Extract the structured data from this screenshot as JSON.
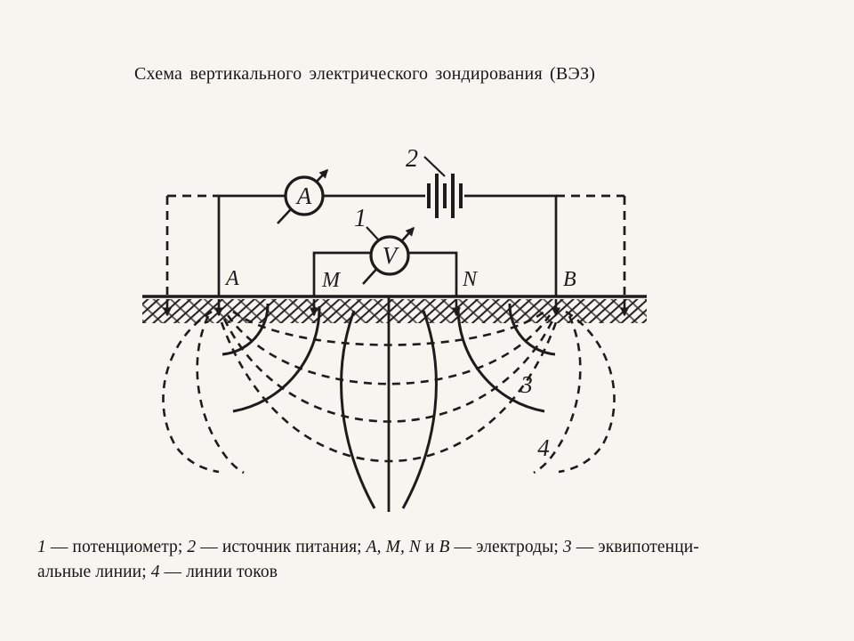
{
  "title": "Схема вертикального электрического зондирования (ВЭЗ)",
  "colors": {
    "ink": "#1c1c1c",
    "paper": "#f7f5f0"
  },
  "meters": {
    "ammeter_letter": "A",
    "voltmeter_letter": "V"
  },
  "callouts": {
    "potentiometer": "1",
    "power_source": "2",
    "equipotential_lines": "3",
    "current_lines": "4"
  },
  "electrodes": {
    "a": "A",
    "m": "M",
    "n": "N",
    "b": "B"
  },
  "caption": {
    "line1": [
      {
        "t": "1",
        "i": true
      },
      {
        "t": " — потенциометр; ",
        "i": false
      },
      {
        "t": "2",
        "i": true
      },
      {
        "t": " — источник питания; ",
        "i": false
      },
      {
        "t": "A, M, N",
        "i": true
      },
      {
        "t": " и ",
        "i": false
      },
      {
        "t": "B",
        "i": true
      },
      {
        "t": " — электроды; ",
        "i": false
      },
      {
        "t": "3",
        "i": true
      },
      {
        "t": " — эквипотенци-",
        "i": false
      }
    ],
    "line2": [
      {
        "t": "альные линии; ",
        "i": false
      },
      {
        "t": "4",
        "i": true
      },
      {
        "t": " — линии токов",
        "i": false
      }
    ]
  }
}
